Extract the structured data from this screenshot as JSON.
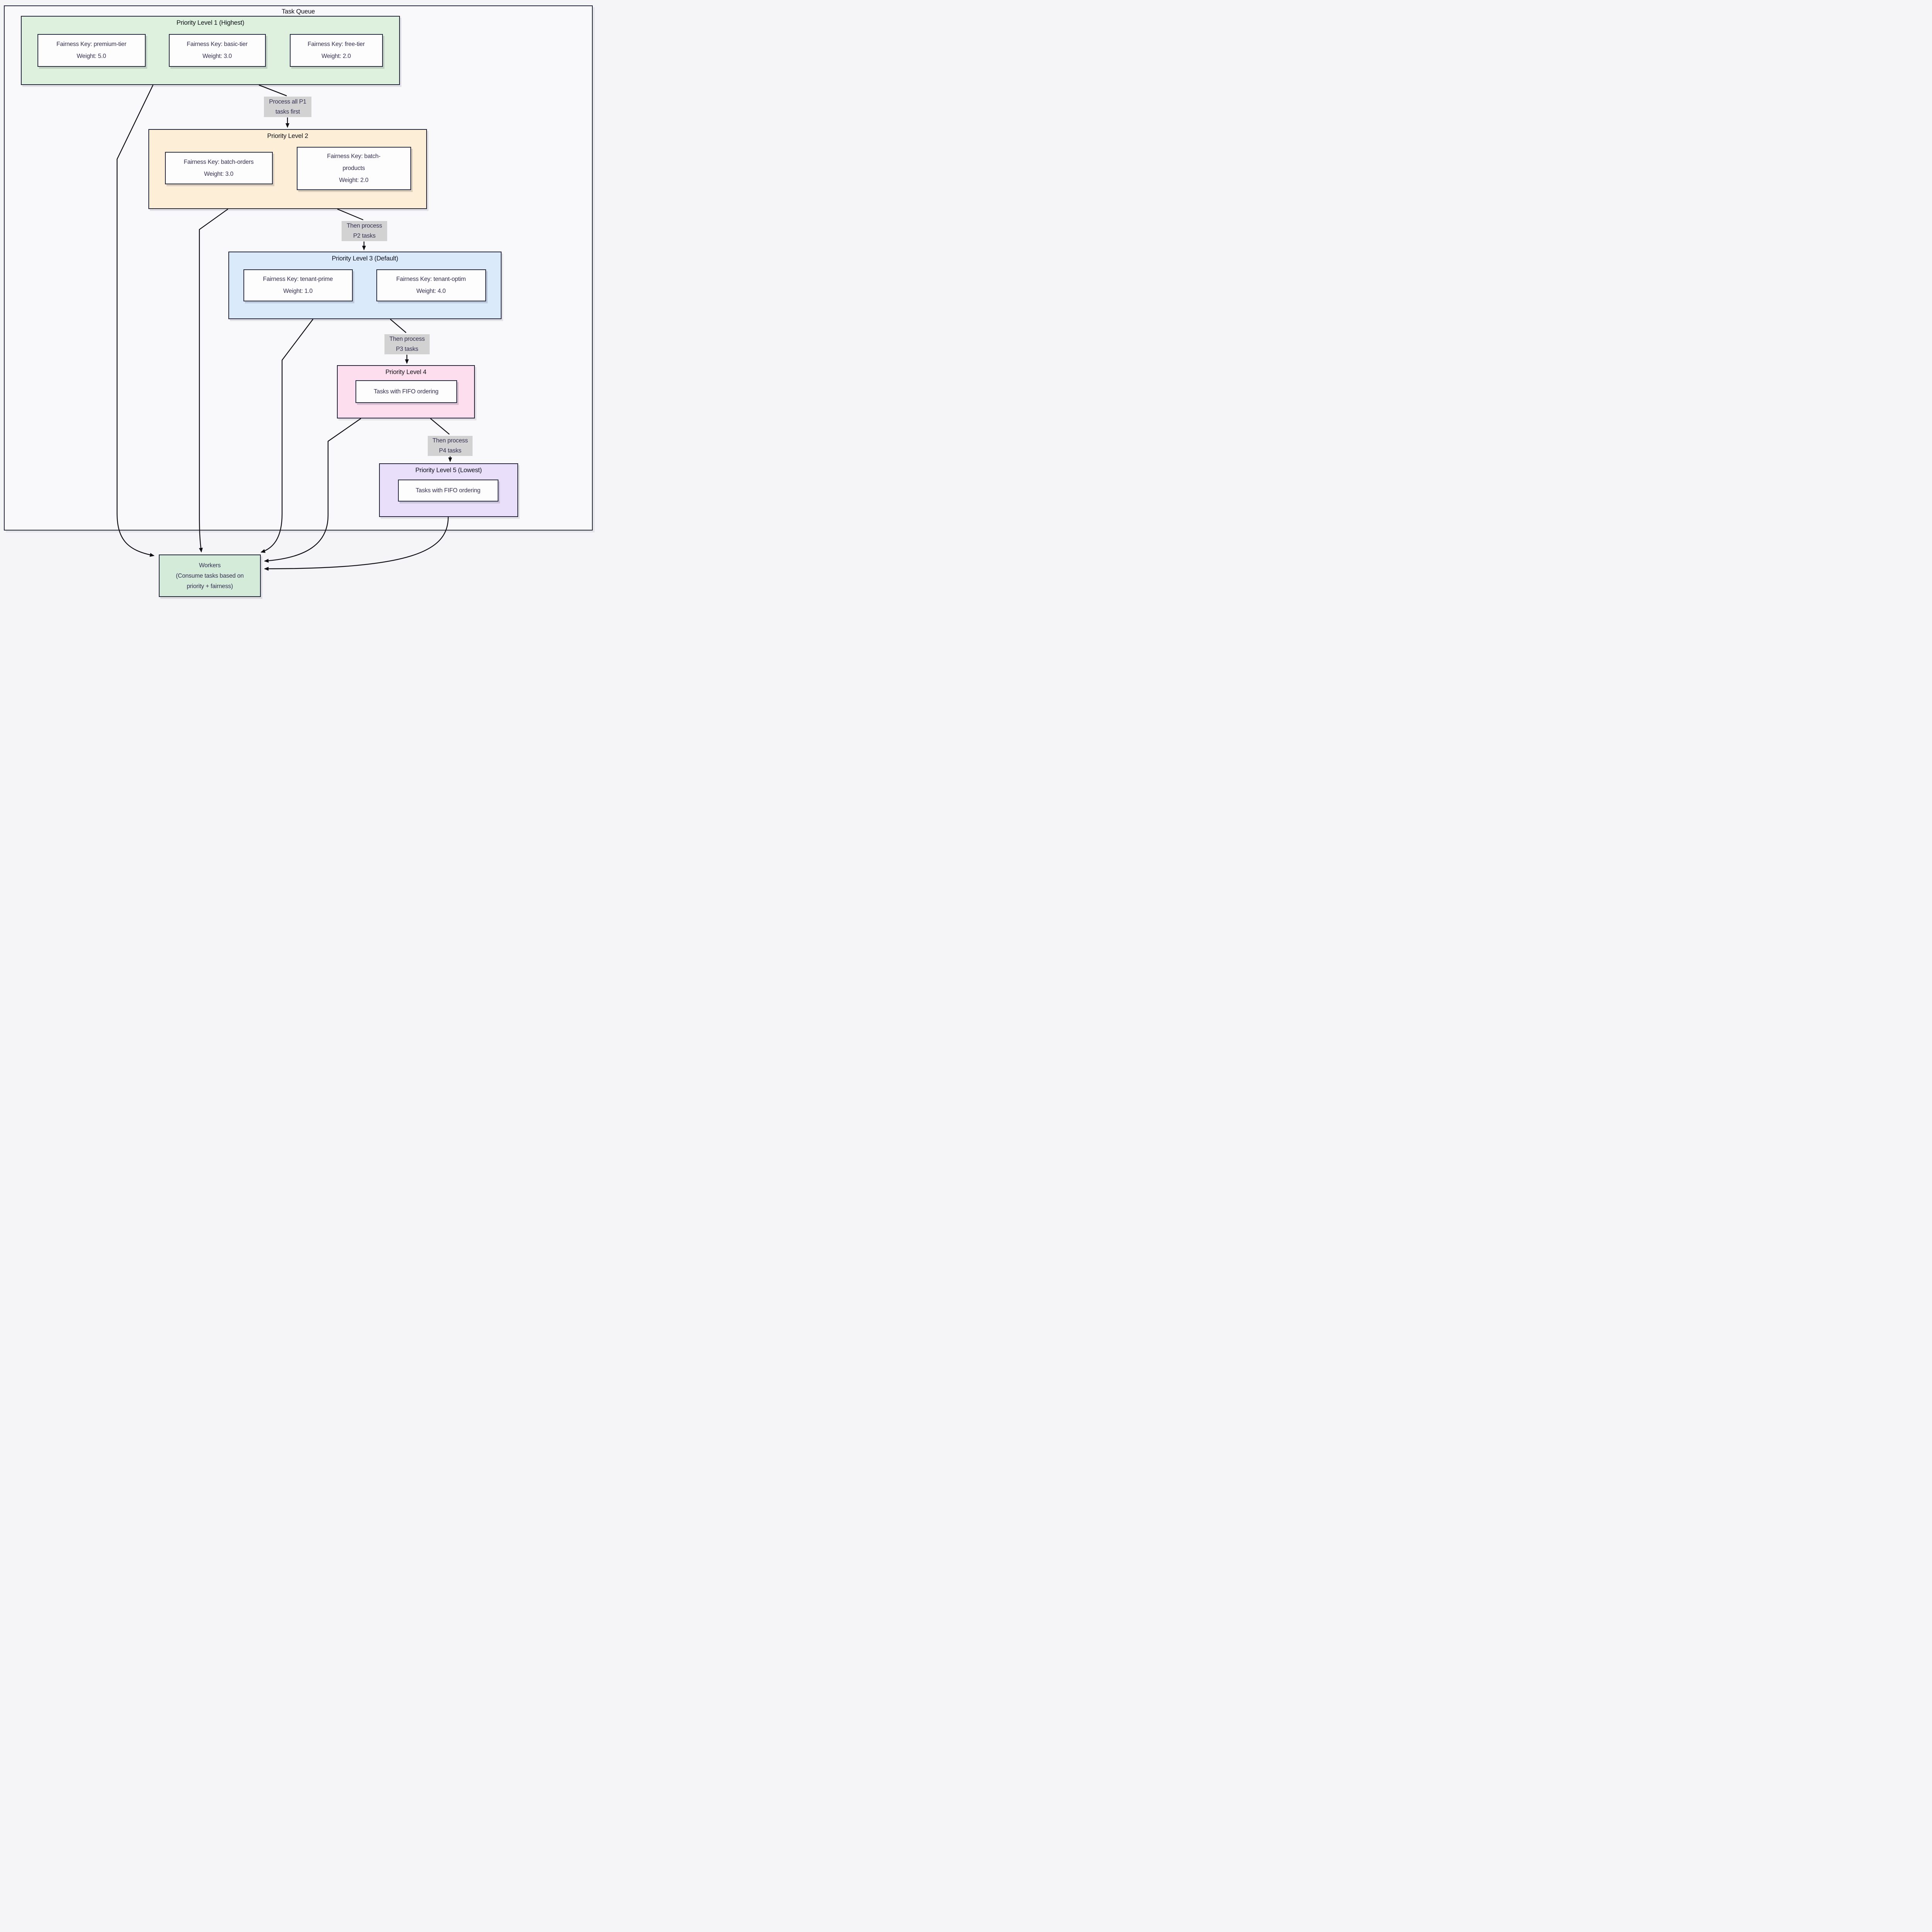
{
  "diagram": {
    "outer_title": "Task Queue",
    "levels": {
      "p1": {
        "title": "Priority Level 1 (Highest)"
      },
      "p2": {
        "title": "Priority Level 2"
      },
      "p3": {
        "title": "Priority Level 3 (Default)"
      },
      "p4": {
        "title": "Priority Level 4"
      },
      "p5": {
        "title": "Priority Level 5 (Lowest)"
      }
    },
    "nodes": {
      "premium": {
        "lines": [
          "Fairness Key: premium-tier",
          "Weight: 5.0"
        ]
      },
      "basic": {
        "lines": [
          "Fairness Key: basic-tier",
          "Weight: 3.0"
        ]
      },
      "free": {
        "lines": [
          "Fairness Key: free-tier",
          "Weight: 2.0"
        ]
      },
      "batch_orders": {
        "lines": [
          "Fairness Key: batch-orders",
          "Weight: 3.0"
        ]
      },
      "batch_products": {
        "lines": [
          "Fairness Key: batch-",
          "products",
          "Weight: 2.0"
        ]
      },
      "tenant_prime": {
        "lines": [
          "Fairness Key: tenant-prime",
          "Weight: 1.0"
        ]
      },
      "tenant_optim": {
        "lines": [
          "Fairness Key: tenant-optim",
          "Weight: 4.0"
        ]
      },
      "fifo4": {
        "lines": [
          "Tasks with FIFO ordering"
        ]
      },
      "fifo5": {
        "lines": [
          "Tasks with FIFO ordering"
        ]
      }
    },
    "edge_labels": {
      "p1_p2": {
        "lines": [
          "Process all P1",
          "tasks first"
        ]
      },
      "p2_p3": {
        "lines": [
          "Then process",
          "P2 tasks"
        ]
      },
      "p3_p4": {
        "lines": [
          "Then process",
          "P3 tasks"
        ]
      },
      "p4_p5": {
        "lines": [
          "Then process",
          "P4 tasks"
        ]
      }
    },
    "workers": {
      "lines": [
        "Workers",
        "(Consume tasks based on",
        "priority + fairness)"
      ]
    }
  },
  "colors": {
    "page-bg": "#f5f5f8",
    "outer-fill": "#f9f9fb",
    "border": "#23263a",
    "node-border": "#272b3f",
    "p1-fill": "#def1de",
    "p2-fill": "#fdefd7",
    "p3-fill": "#daeafb",
    "p4-fill": "#fcdeee",
    "p5-fill": "#eadffa",
    "workers-fill": "#d3ebd8",
    "label-bg": "#d2d2d2",
    "node-fill": "#fdfdfe",
    "edge": "#0d0d12",
    "node-text": "#353052",
    "title-text": "#101119"
  }
}
